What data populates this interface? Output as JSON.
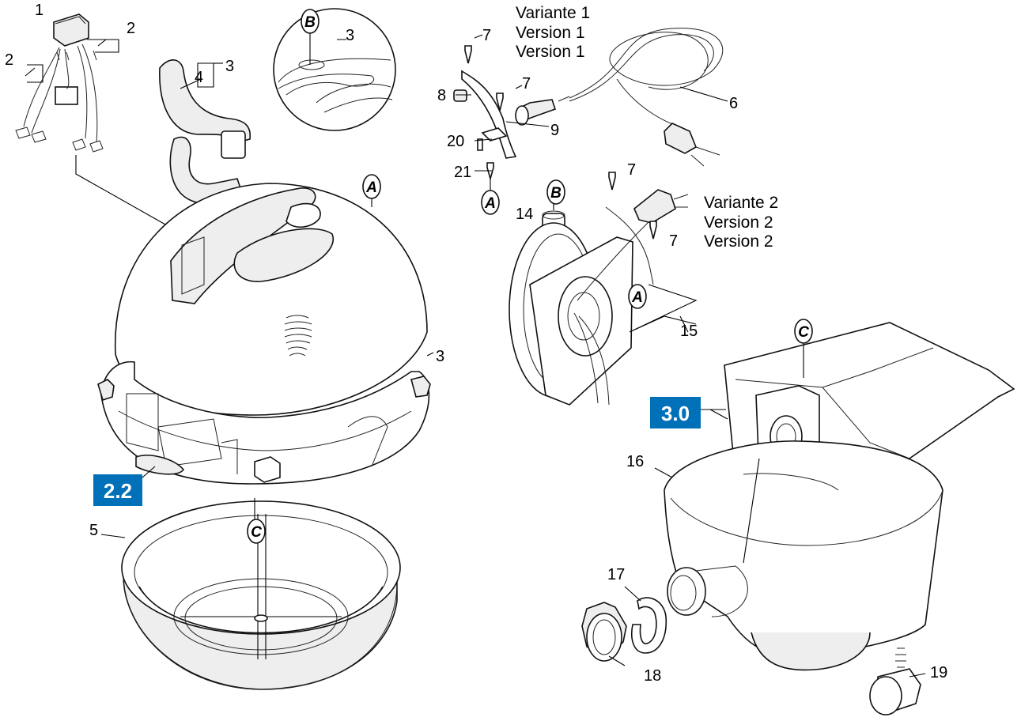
{
  "parts": [
    {
      "id": "p1",
      "label": "1"
    },
    {
      "id": "p2a",
      "label": "2"
    },
    {
      "id": "p2b",
      "label": "2"
    },
    {
      "id": "p3a",
      "label": "3"
    },
    {
      "id": "p3b",
      "label": "3"
    },
    {
      "id": "p3c",
      "label": "3"
    },
    {
      "id": "p4",
      "label": "4"
    },
    {
      "id": "p5",
      "label": "5"
    },
    {
      "id": "p6",
      "label": "6"
    },
    {
      "id": "p7a",
      "label": "7"
    },
    {
      "id": "p7b",
      "label": "7"
    },
    {
      "id": "p7c",
      "label": "7"
    },
    {
      "id": "p7d",
      "label": "7"
    },
    {
      "id": "p8",
      "label": "8"
    },
    {
      "id": "p9",
      "label": "9"
    },
    {
      "id": "p14",
      "label": "14"
    },
    {
      "id": "p15",
      "label": "15"
    },
    {
      "id": "p16",
      "label": "16"
    },
    {
      "id": "p17",
      "label": "17"
    },
    {
      "id": "p18",
      "label": "18"
    },
    {
      "id": "p19",
      "label": "19"
    },
    {
      "id": "p20",
      "label": "20"
    },
    {
      "id": "p21",
      "label": "21"
    }
  ],
  "variant1": [
    "Variante 1",
    "Version 1",
    "Version 1"
  ],
  "variant2": [
    "Variante 2",
    "Version  2",
    "Version 2"
  ],
  "refs": {
    "a1": "A",
    "a2": "A",
    "a3": "A",
    "b1": "B",
    "b2": "B",
    "c1": "C",
    "c2": "C"
  },
  "boxes": {
    "box22": "2.2",
    "box30": "3.0"
  },
  "colors": {
    "box_fill": "#0070b8",
    "box_text": "#ffffff",
    "line": "#000000"
  }
}
